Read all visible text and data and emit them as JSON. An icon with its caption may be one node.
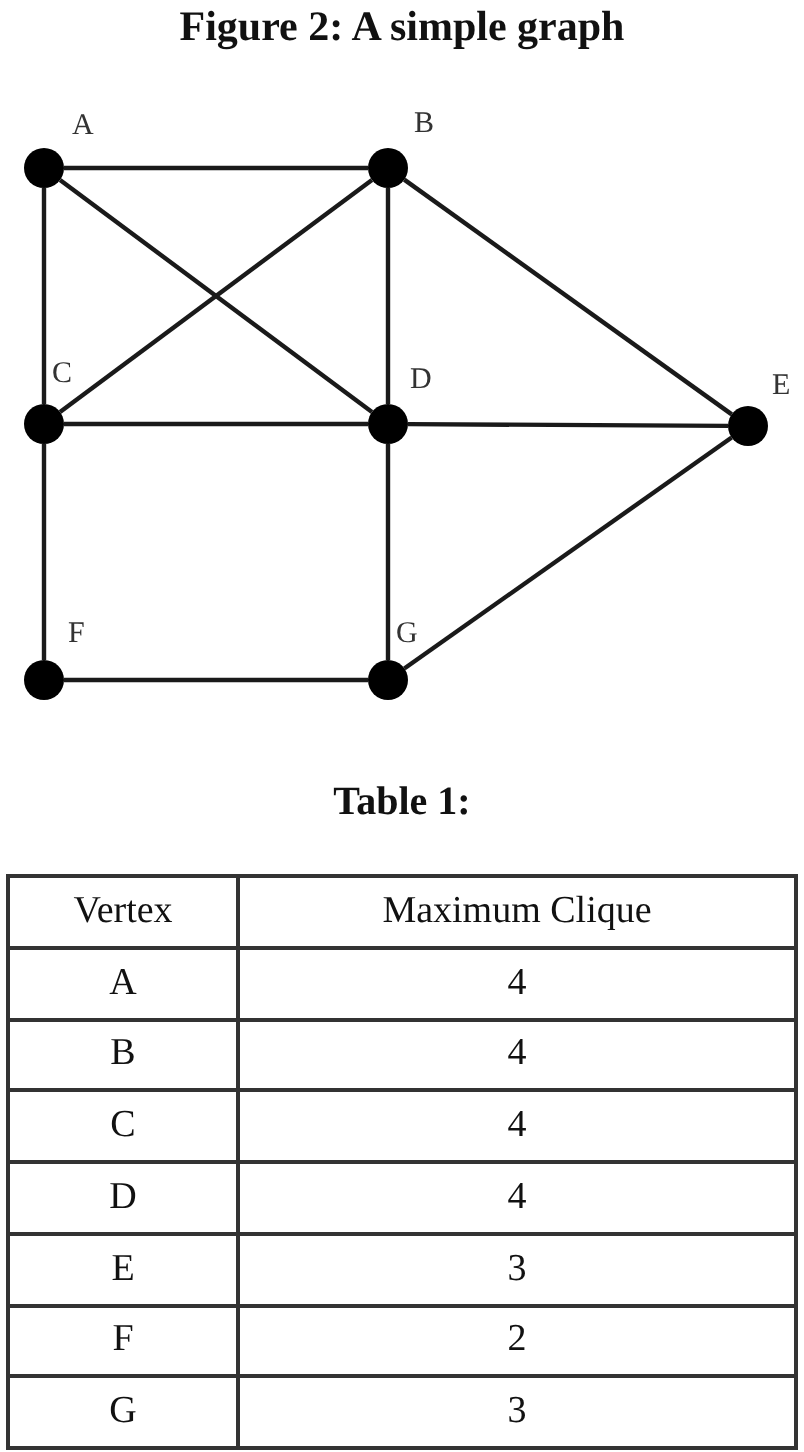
{
  "diagram": {
    "title": "Figure 2: A simple graph",
    "nodes": [
      {
        "text": [],
        "shape": "circle",
        "beside": [
          "A"
        ]
      },
      {
        "text": [],
        "shape": "circle",
        "beside": [
          "B"
        ]
      },
      {
        "text": [],
        "shape": "circle",
        "beside": [
          "C"
        ]
      },
      {
        "text": [],
        "shape": "circle",
        "beside": [
          "D"
        ]
      },
      {
        "text": [],
        "shape": "circle",
        "beside": [
          "E"
        ]
      },
      {
        "text": [],
        "shape": "circle",
        "beside": [
          "F"
        ]
      },
      {
        "text": [],
        "shape": "circle",
        "beside": [
          "G"
        ]
      }
    ],
    "edges": [
      {
        "from": 0,
        "to": 1,
        "arrow": "none"
      },
      {
        "from": 0,
        "to": 2,
        "arrow": "none"
      },
      {
        "from": 0,
        "to": 3,
        "arrow": "none"
      },
      {
        "from": 1,
        "to": 2,
        "arrow": "none"
      },
      {
        "from": 1,
        "to": 3,
        "arrow": "none"
      },
      {
        "from": 1,
        "to": 4,
        "arrow": "none"
      },
      {
        "from": 2,
        "to": 3,
        "arrow": "none"
      },
      {
        "from": 2,
        "to": 5,
        "arrow": "none"
      },
      {
        "from": 3,
        "to": 4,
        "arrow": "none"
      },
      {
        "from": 3,
        "to": 6,
        "arrow": "none"
      },
      {
        "from": 5,
        "to": 6,
        "arrow": "none"
      },
      {
        "from": 6,
        "to": 4,
        "arrow": "none"
      }
    ],
    "labels": [
      "Table 1:",
      "Vertex",
      "Maximum Clique",
      "A",
      "4",
      "B",
      "4",
      "C",
      "4",
      "D",
      "4",
      "E",
      "3",
      "F",
      "2",
      "G",
      "3"
    ]
  }
}
